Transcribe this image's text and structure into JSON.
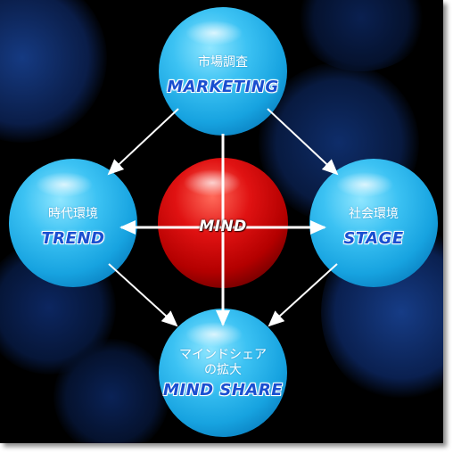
{
  "nodes": {
    "top": {
      "jp": "市場調査",
      "en": "MARKETING"
    },
    "left": {
      "jp": "時代環境",
      "en": "TREND"
    },
    "right": {
      "jp": "社会環境",
      "en": "STAGE"
    },
    "bottom": {
      "jp_line1": "マインドシェア",
      "jp_line2": "の拡大",
      "en": "MIND SHARE"
    },
    "center": {
      "en": "MIND"
    }
  },
  "colors": {
    "background": "#000000",
    "bokeh": "#10306e",
    "blue_sphere": "#2fb8ee",
    "red_sphere": "#cc0000",
    "arrow": "#ffffff",
    "english_label": "#1a4fd0"
  }
}
